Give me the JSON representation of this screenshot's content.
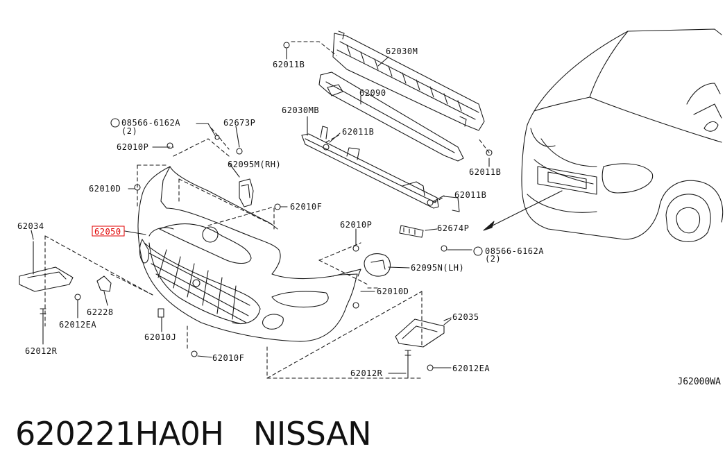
{
  "diagram": {
    "labels": [
      {
        "id": "62030M",
        "text": "62030M"
      },
      {
        "id": "62011B_top",
        "text": "62011B"
      },
      {
        "id": "62090",
        "text": "62090"
      },
      {
        "id": "62030MB",
        "text": "62030MB"
      },
      {
        "id": "62011B_mid",
        "text": "62011B"
      },
      {
        "id": "62011B_right",
        "text": "62011B"
      },
      {
        "id": "62011B_lower",
        "text": "62011B"
      },
      {
        "id": "08566_top",
        "text": "08566-6162A"
      },
      {
        "id": "08566_top_qty",
        "text": "(2)"
      },
      {
        "id": "62673P",
        "text": "62673P"
      },
      {
        "id": "62010P_top",
        "text": "62010P"
      },
      {
        "id": "62095M",
        "text": "62095M(RH)"
      },
      {
        "id": "62010D_left",
        "text": "62010D"
      },
      {
        "id": "62010F_mid",
        "text": "62010F"
      },
      {
        "id": "62034",
        "text": "62034"
      },
      {
        "id": "62050",
        "text": "62050",
        "highlighted": true
      },
      {
        "id": "62010P_mid",
        "text": "62010P"
      },
      {
        "id": "62674P",
        "text": "62674P"
      },
      {
        "id": "08566_right",
        "text": "08566-6162A"
      },
      {
        "id": "08566_right_qty",
        "text": "(2)"
      },
      {
        "id": "62095N",
        "text": "62095N(LH)"
      },
      {
        "id": "62010D_right",
        "text": "62010D"
      },
      {
        "id": "62228",
        "text": "62228"
      },
      {
        "id": "62012EA_left",
        "text": "62012EA"
      },
      {
        "id": "62010J",
        "text": "62010J"
      },
      {
        "id": "62035",
        "text": "62035"
      },
      {
        "id": "62010F_bottom",
        "text": "62010F"
      },
      {
        "id": "62012R_left",
        "text": "62012R"
      },
      {
        "id": "62012R_right",
        "text": "62012R"
      },
      {
        "id": "62012EA_right",
        "text": "62012EA"
      }
    ],
    "reference_code": "J62000WA",
    "highlight_color": "#e00000"
  },
  "caption": {
    "part_number": "620221HA0H",
    "brand": "NISSAN"
  }
}
